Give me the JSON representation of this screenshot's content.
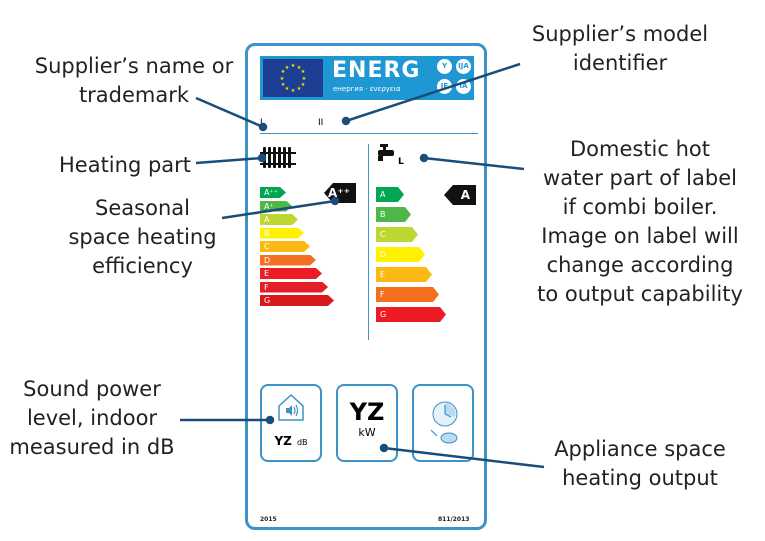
{
  "callouts": {
    "supplier_name": "Supplier’s name or\ntrademark",
    "model_id": "Supplier’s model\nidentifier",
    "heating_part": "Heating part",
    "seasonal_efficiency": "Seasonal\nspace heating\nefficiency",
    "dhw_part": "Domestic hot\nwater part of label\nif combi boiler.\nImage on label will\nchange according\nto output capability",
    "sound_power": "Sound power\nlevel, indoor\nmeasured in dB",
    "space_heating_output": "Appliance space\nheating output"
  },
  "label": {
    "energy_word": "ENERG",
    "energy_sub": "енергия · ενεργεια",
    "lang_circles": [
      "Y",
      "IJA",
      "IE",
      "IA"
    ],
    "supplier_mark": "I",
    "model_mark": "II",
    "tap_class": "L",
    "heating_scale": [
      "A⁺⁺",
      "A⁺",
      "A",
      "B",
      "C",
      "D",
      "E",
      "F",
      "G"
    ],
    "heating_rating": "A⁺⁺",
    "water_scale": [
      "A",
      "B",
      "C",
      "D",
      "E",
      "F",
      "G"
    ],
    "water_rating": "A",
    "sound_value": "YZ",
    "sound_unit": "dB",
    "output_value": "YZ",
    "output_unit": "kW",
    "year": "2015",
    "regulation": "811/2013"
  },
  "colors": {
    "accent": "#3b93c7",
    "header": "#1f97d2",
    "line": "#1a4d7a",
    "heating_scale": [
      "#00a651",
      "#4cb848",
      "#bed630",
      "#fff200",
      "#fdb913",
      "#f37021",
      "#ed1c24",
      "#e41e26",
      "#d7191c"
    ],
    "water_scale": [
      "#00a651",
      "#4cb848",
      "#bed630",
      "#fff200",
      "#fdb913",
      "#f37021",
      "#ed1c24"
    ]
  }
}
